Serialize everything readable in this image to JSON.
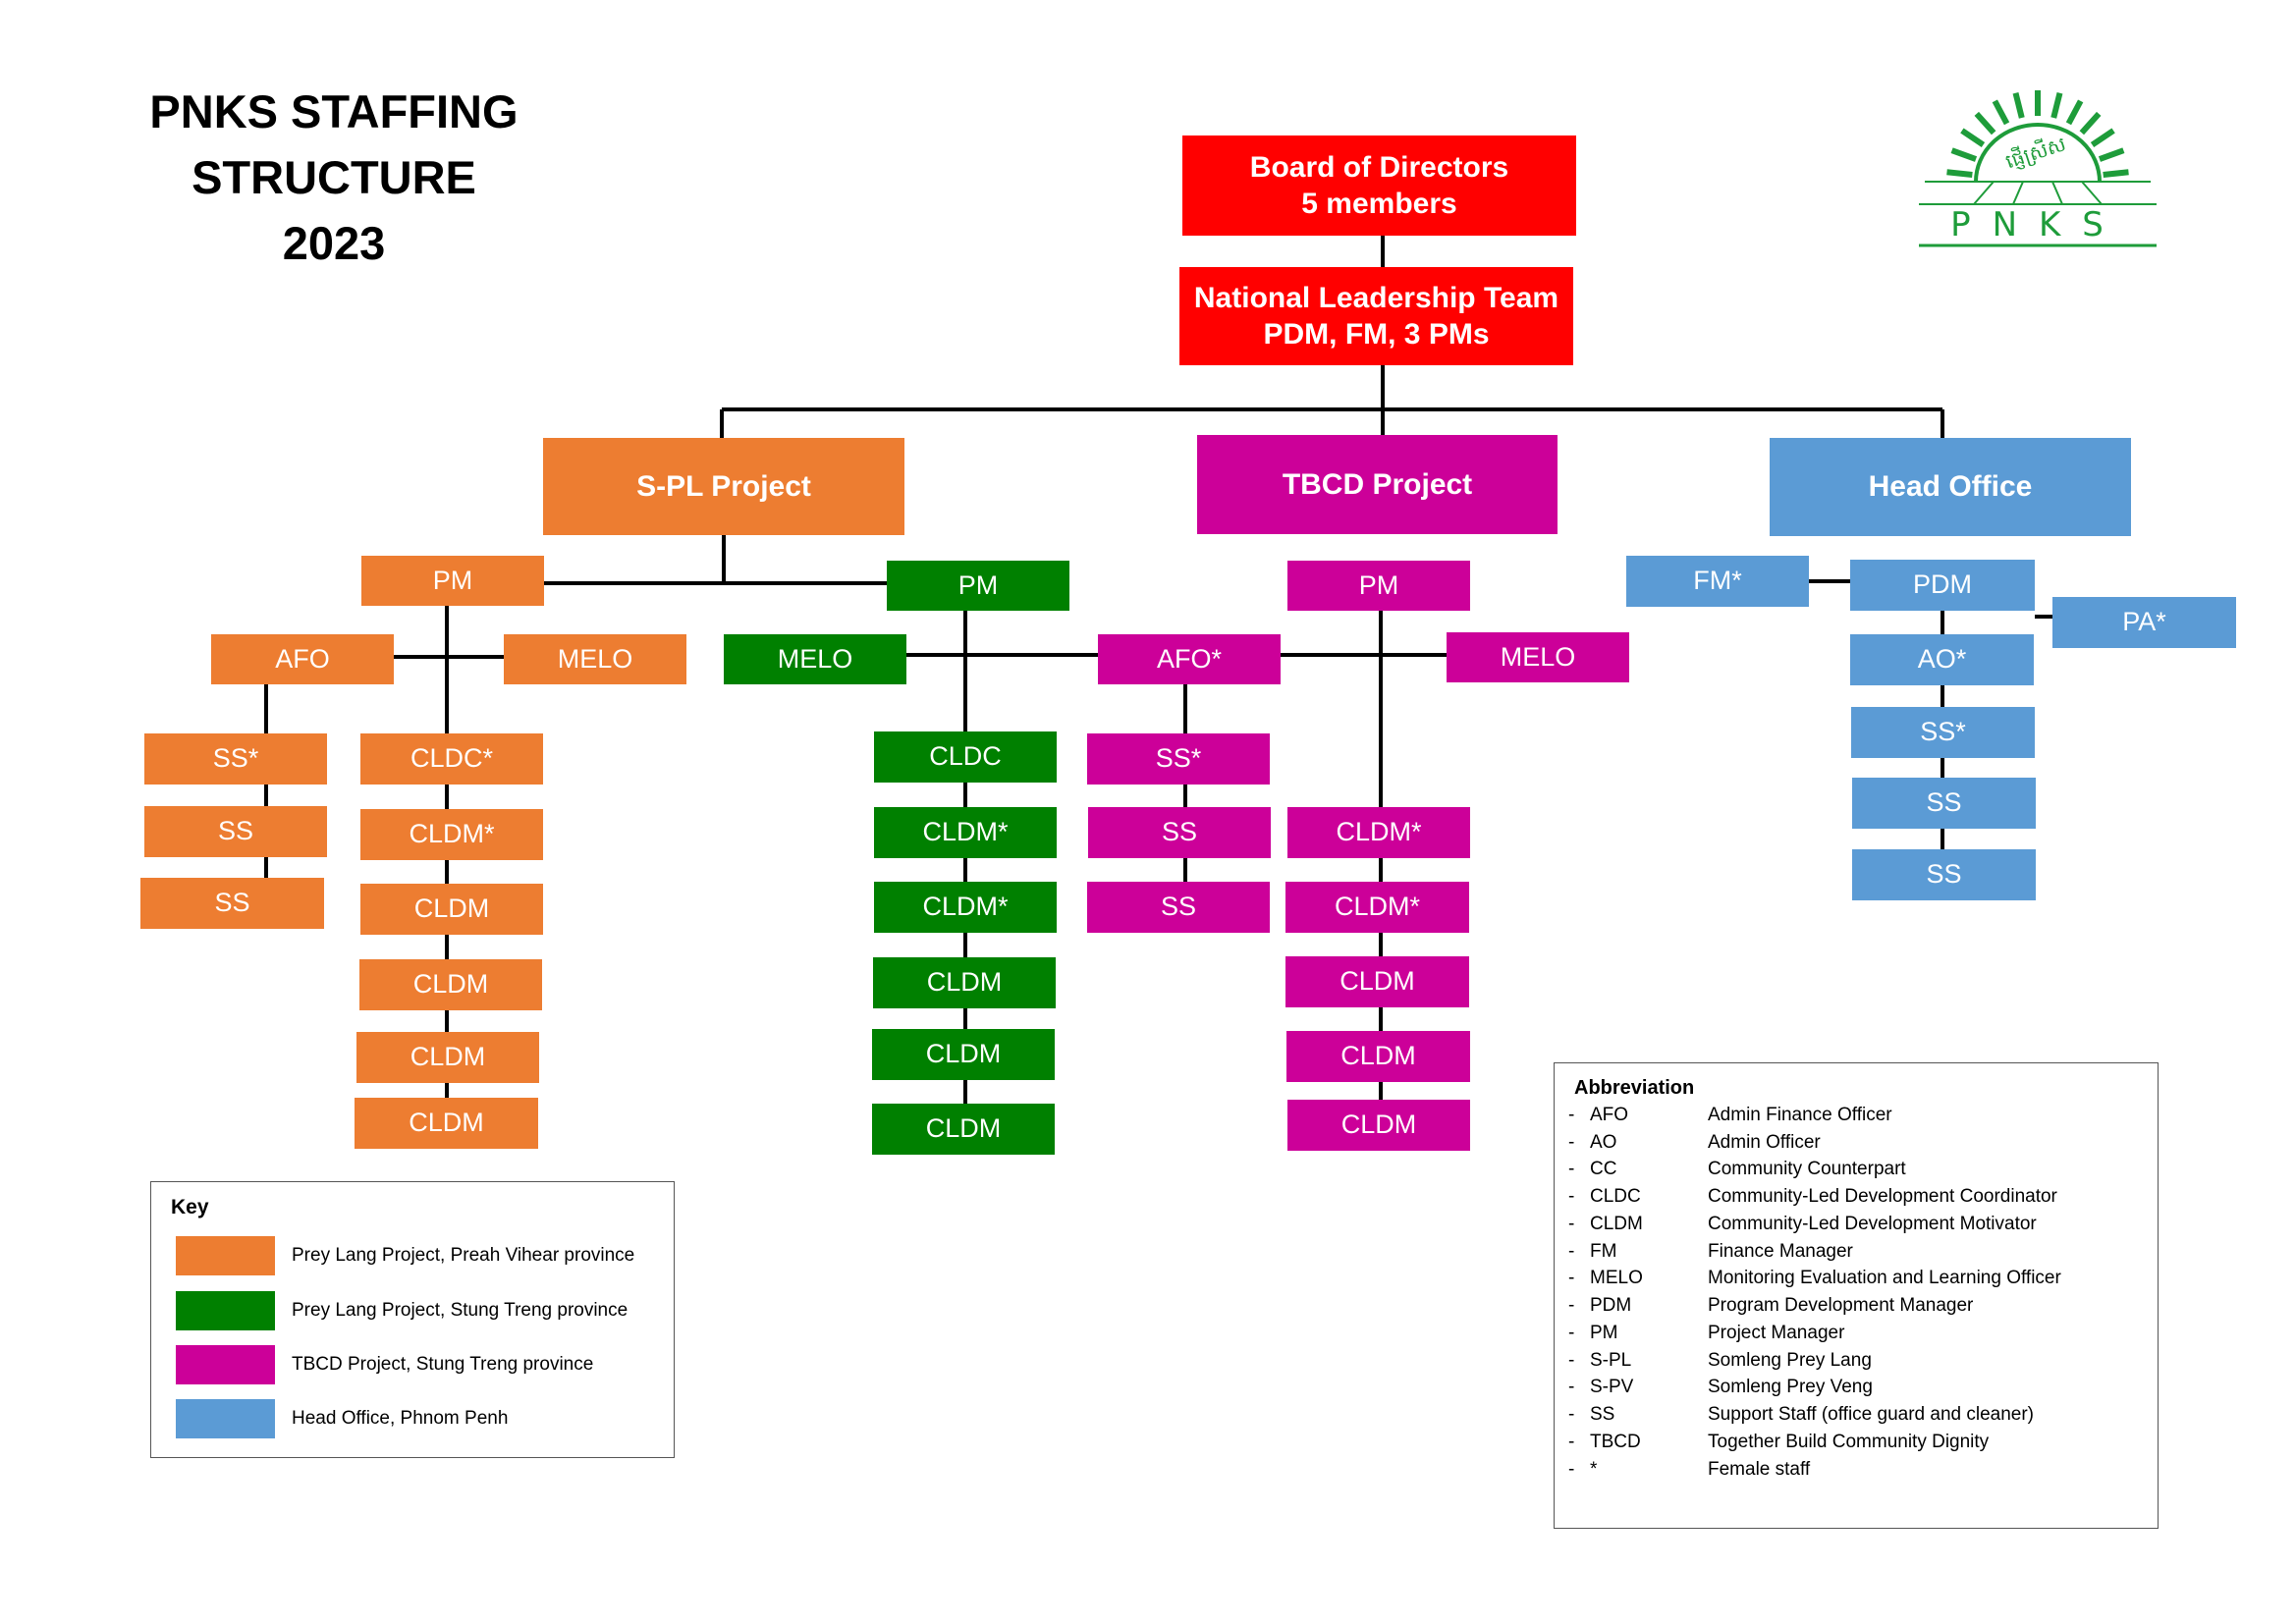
{
  "title": {
    "line1": "PNKS STAFFING",
    "line2": "STRUCTURE",
    "line3": "2023"
  },
  "logo": {
    "text": "PNKS",
    "khmer_text": "ផ្ញើស្រីស",
    "colors": {
      "green": "#1E9C3A"
    }
  },
  "colors": {
    "orange": "#ED7D31",
    "green": "#008000",
    "magenta": "#CC0099",
    "blue": "#5B9BD5",
    "red": "#FF0000"
  },
  "top": {
    "board": {
      "line1": "Board of Directors",
      "line2": "5 members"
    },
    "nlt": {
      "line1": "National Leadership Team",
      "line2": "PDM, FM, 3 PMs"
    }
  },
  "projects": {
    "spl": "S-PL Project",
    "tbcd": "TBCD Project",
    "head": "Head Office"
  },
  "orange": {
    "pm": "PM",
    "afo": "AFO",
    "melo": "MELO",
    "ss": [
      "SS*",
      "SS",
      "SS"
    ],
    "cl": [
      "CLDC*",
      "CLDM*",
      "CLDM",
      "CLDM",
      "CLDM",
      "CLDM"
    ]
  },
  "green": {
    "pm": "PM",
    "melo": "MELO",
    "cl": [
      "CLDC",
      "CLDM*",
      "CLDM*",
      "CLDM",
      "CLDM",
      "CLDM"
    ]
  },
  "magenta": {
    "pm": "PM",
    "afo": "AFO*",
    "melo": "MELO",
    "ss": [
      "SS*",
      "SS",
      "SS"
    ],
    "cl": [
      "CLDM*",
      "CLDM*",
      "CLDM",
      "CLDM",
      "CLDM"
    ]
  },
  "blue": {
    "fm": "FM*",
    "pdm": "PDM",
    "pa": "PA*",
    "stack": [
      "AO*",
      "SS*",
      "SS",
      "SS"
    ]
  },
  "key": {
    "title": "Key",
    "items": [
      {
        "label": "Prey Lang Project, Preah Vihear province",
        "color": "#ED7D31"
      },
      {
        "label": "Prey Lang Project, Stung Treng province",
        "color": "#008000"
      },
      {
        "label": "TBCD Project, Stung Treng province",
        "color": "#CC0099"
      },
      {
        "label": "Head Office, Phnom Penh",
        "color": "#5B9BD5"
      }
    ]
  },
  "abbreviations": {
    "title": "Abbreviation",
    "items": [
      {
        "dash": "-",
        "code": "AFO",
        "desc": "Admin Finance Officer"
      },
      {
        "dash": "-",
        "code": "AO",
        "desc": "Admin Officer"
      },
      {
        "dash": "-",
        "code": "CC",
        "desc": "Community Counterpart"
      },
      {
        "dash": "-",
        "code": "CLDC",
        "desc": "Community-Led Development Coordinator"
      },
      {
        "dash": "-",
        "code": "CLDM",
        "desc": "Community-Led Development Motivator"
      },
      {
        "dash": "-",
        "code": "FM",
        "desc": "Finance Manager"
      },
      {
        "dash": "-",
        "code": "MELO",
        "desc": "Monitoring Evaluation and Learning Officer"
      },
      {
        "dash": "-",
        "code": "PDM",
        "desc": "Program Development Manager"
      },
      {
        "dash": "-",
        "code": "PM",
        "desc": "Project Manager"
      },
      {
        "dash": "-",
        "code": "S-PL",
        "desc": "Somleng Prey Lang"
      },
      {
        "dash": "-",
        "code": "S-PV",
        "desc": "Somleng Prey Veng"
      },
      {
        "dash": "-",
        "code": "SS",
        "desc": "Support Staff (office guard and cleaner)"
      },
      {
        "dash": "-",
        "code": "TBCD",
        "desc": "Together Build Community Dignity"
      },
      {
        "dash": "-",
        "code": "*",
        "desc": "Female staff"
      }
    ]
  }
}
